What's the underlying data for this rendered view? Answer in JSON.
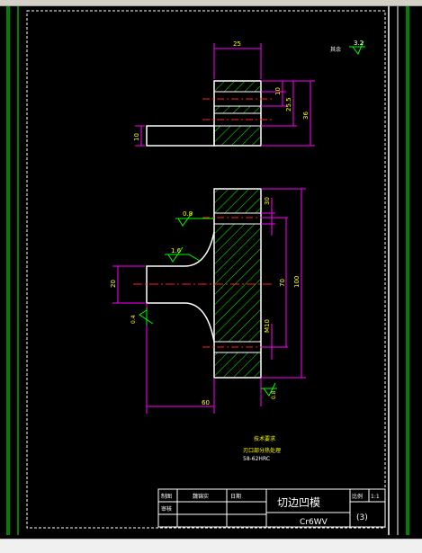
{
  "toolbar": {
    "icons": [
      "minus-icon",
      "x-icon",
      "stack-icon",
      "restore-icon"
    ]
  },
  "drawing": {
    "roughness_general_label": "其余",
    "roughness_general_value": "3.2",
    "roughness_left": "0.8",
    "roughness_arc": "1.6",
    "roughness_stem": "0.4",
    "roughness_bottom": "0.8",
    "dimensions": {
      "top_width": "25",
      "top_hole": "10",
      "top_mid": "25.5",
      "top_total": "36",
      "top_stem": "10",
      "main_dia": "30",
      "main_stem": "20",
      "main_70": "70",
      "main_total": "100",
      "main_m10": "M10",
      "main_length": "60"
    },
    "tech_title": "技术要求",
    "tech_line1": "刃口部分热处理",
    "tech_line2": "58-62HRC"
  },
  "title_block": {
    "row1_c1": "制图",
    "row1_c2": "魏锦实",
    "row1_c3": "日期",
    "row2_c1": "审核",
    "part_name": "切边凹模",
    "ratio_label": "比例",
    "ratio_value": "1:1",
    "material": "Cr6WV",
    "sheet": "(3)"
  },
  "colors": {
    "background": "#000000",
    "outline": "#ffffff",
    "green": "#00ff00",
    "magenta": "#ff00ff",
    "cyan": "#00ffff",
    "red": "#ff2020",
    "yellow": "#ffff00"
  }
}
